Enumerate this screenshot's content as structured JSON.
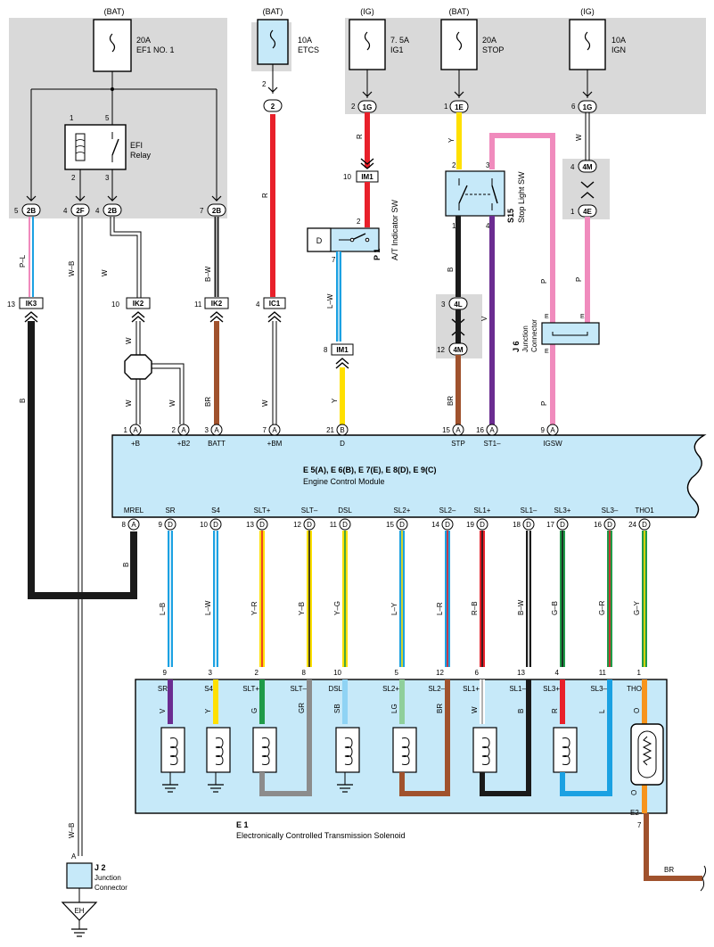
{
  "colors": {
    "gray_block": "#d9d9d9",
    "light_blue": "#c6e9f9",
    "red": "#e8202a",
    "yellow": "#ffe000",
    "black": "#1a1a1a",
    "white": "#ffffff",
    "pink": "#f08bbd",
    "purple": "#6b2c91",
    "brown": "#a0522d",
    "blue": "#1ba1e2",
    "green": "#1f9a48",
    "gray_wire": "#8c8c8c",
    "sky": "#8fd3f4",
    "light_green": "#8fcf9b",
    "orange": "#f7941d"
  },
  "fuses": [
    {
      "source": "(BAT)",
      "rating": "20A",
      "name": "EF1 NO. 1"
    },
    {
      "source": "(BAT)",
      "rating": "10A",
      "name": "ETCS"
    },
    {
      "source": "(IG)",
      "rating": "7. 5A",
      "name": "IG1"
    },
    {
      "source": "(BAT)",
      "rating": "20A",
      "name": "STOP"
    },
    {
      "source": "(IG)",
      "rating": "10A",
      "name": "IGN"
    }
  ],
  "relay": {
    "label1": "EFI",
    "label2": "Relay",
    "pins": [
      "1",
      "5",
      "2",
      "3"
    ]
  },
  "junction_top": {
    "pin_numbers": [
      "5",
      "4",
      "4",
      "7"
    ],
    "connectors": [
      "2B",
      "2F",
      "2B",
      "2B"
    ]
  },
  "top_connectors": {
    "etcs_pin": "2",
    "etcs_conn": "2",
    "ig1_pin": "2",
    "ig1_conn": "1G",
    "stop_pin": "1",
    "stop_conn": "1E",
    "ign_pin": "6",
    "ign_conn": "1G"
  },
  "inline_connectors": [
    {
      "pin": "13",
      "name": "IK3"
    },
    {
      "pin": "10",
      "name": "IK2"
    },
    {
      "pin": "11",
      "name": "IK2"
    },
    {
      "pin": "4",
      "name": "IC1"
    },
    {
      "pin": "10",
      "name": "IM1"
    },
    {
      "pin": "8",
      "name": "IM1"
    },
    {
      "pin": "3",
      "name": "4L"
    },
    {
      "pin": "12",
      "name": "4M"
    },
    {
      "pin": "4",
      "name": "4M"
    },
    {
      "pin": "1",
      "name": "4E"
    }
  ],
  "wire_codes": {
    "p_l": "P–L",
    "w_b": "W–B",
    "w1": "W",
    "b_w": "B–W",
    "r1": "R",
    "r2": "R",
    "l_w": "L–W",
    "y1": "Y",
    "y2": "Y",
    "b1": "B",
    "v": "V",
    "p1": "P",
    "p2": "P",
    "w2": "W",
    "b2": "B",
    "w3": "W",
    "w4": "W",
    "w5": "W",
    "br1": "BR",
    "w6": "W",
    "br2": "BR",
    "b3": "B",
    "w_b2": "W–B",
    "br3": "BR"
  },
  "indicator_sw": {
    "ref": "P 1",
    "name": "A/T Indicator SW",
    "d": "D",
    "pin_top": "2",
    "pin_bottom": "7"
  },
  "stop_sw": {
    "ref": "S15",
    "name": "Stop Light SW",
    "pins": [
      "2",
      "3",
      "1",
      "4"
    ]
  },
  "junction_j6": {
    "ref": "J 6",
    "name1": "Junction",
    "name2": "Connector",
    "e_labels": [
      "E",
      "E",
      "E"
    ]
  },
  "ecm": {
    "title": "E 5(A), E 6(B), E 7(E), E 8(D), E 9(C)",
    "name": "Engine Control Module",
    "top_pins": [
      {
        "num": "1",
        "conn": "A",
        "label": "+B"
      },
      {
        "num": "2",
        "conn": "A",
        "label": "+B2"
      },
      {
        "num": "3",
        "conn": "A",
        "label": "BATT"
      },
      {
        "num": "7",
        "conn": "A",
        "label": "+BM"
      },
      {
        "num": "21",
        "conn": "B",
        "label": "D"
      },
      {
        "num": "15",
        "conn": "A",
        "label": "STP"
      },
      {
        "num": "16",
        "conn": "A",
        "label": "ST1–"
      },
      {
        "num": "9",
        "conn": "A",
        "label": "IGSW"
      }
    ],
    "bottom_pins": [
      {
        "num": "8",
        "conn": "A",
        "label": "MREL"
      },
      {
        "num": "9",
        "conn": "D",
        "label": "SR"
      },
      {
        "num": "10",
        "conn": "D",
        "label": "S4"
      },
      {
        "num": "13",
        "conn": "D",
        "label": "SLT+"
      },
      {
        "num": "12",
        "conn": "D",
        "label": "SLT–"
      },
      {
        "num": "11",
        "conn": "D",
        "label": "DSL"
      },
      {
        "num": "15",
        "conn": "D",
        "label": "SL2+"
      },
      {
        "num": "14",
        "conn": "D",
        "label": "SL2–"
      },
      {
        "num": "19",
        "conn": "D",
        "label": "SL1+"
      },
      {
        "num": "18",
        "conn": "D",
        "label": "SL1–"
      },
      {
        "num": "17",
        "conn": "D",
        "label": "SL3+"
      },
      {
        "num": "16",
        "conn": "D",
        "label": "SL3–"
      },
      {
        "num": "24",
        "conn": "D",
        "label": "THO1"
      }
    ]
  },
  "mid_wires": [
    "L–B",
    "L–W",
    "Y–R",
    "Y–B",
    "Y–G",
    "L–Y",
    "L–R",
    "R–B",
    "B–W",
    "G–B",
    "G–R",
    "G–Y"
  ],
  "solenoid": {
    "ref": "E 1",
    "name": "Electronically Controlled Transmission Solenoid",
    "pins": [
      {
        "num": "9",
        "label": "SR",
        "code": "V"
      },
      {
        "num": "3",
        "label": "S4",
        "code": "Y"
      },
      {
        "num": "2",
        "label": "SLT+",
        "code": "G"
      },
      {
        "num": "8",
        "label": "SLT–",
        "code": "GR"
      },
      {
        "num": "10",
        "label": "DSL",
        "code": "SB"
      },
      {
        "num": "5",
        "label": "SL2+",
        "code": "LG"
      },
      {
        "num": "12",
        "label": "SL2–",
        "code": "BR"
      },
      {
        "num": "6",
        "label": "SL1+",
        "code": "W"
      },
      {
        "num": "13",
        "label": "SL1–",
        "code": "B"
      },
      {
        "num": "4",
        "label": "SL3+",
        "code": "R"
      },
      {
        "num": "11",
        "label": "SL3–",
        "code": "L"
      },
      {
        "num": "1",
        "label": "THO",
        "code": "O"
      }
    ],
    "o_lower": "O",
    "e2": "E2",
    "e2_pin": "7"
  },
  "junction_j2": {
    "ref": "J 2",
    "name1": "Junction",
    "name2": "Connector",
    "pin": "A"
  },
  "ground": {
    "label": "EH"
  }
}
